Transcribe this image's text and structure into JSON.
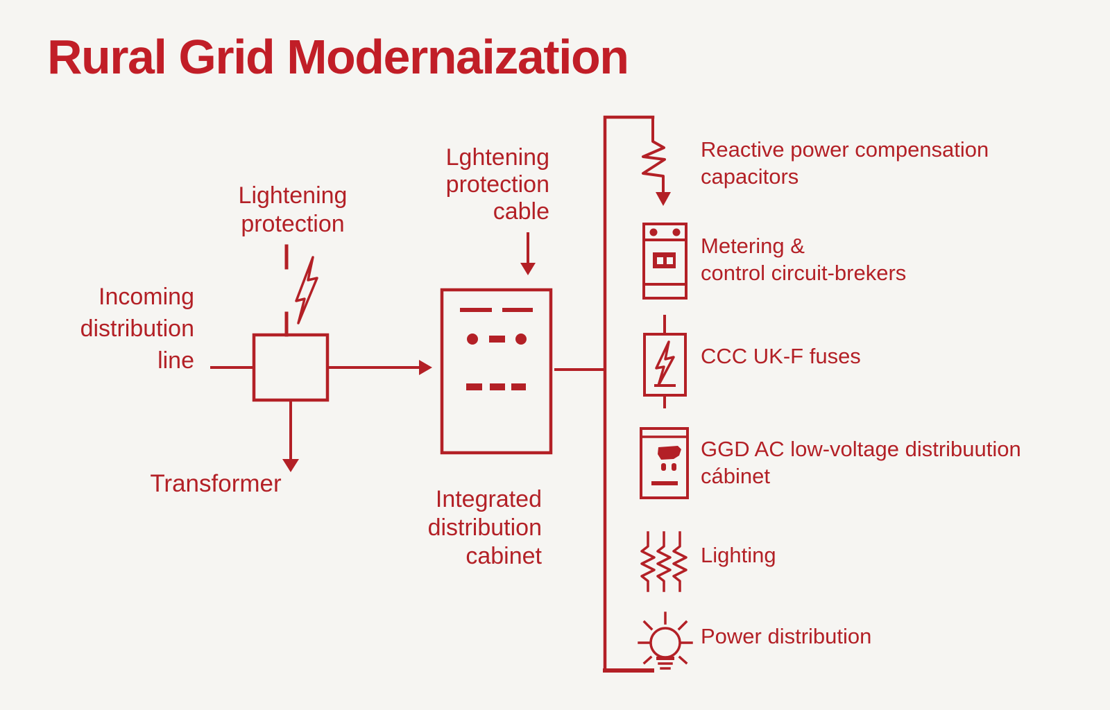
{
  "title": "Rural Grid Modernaization",
  "colors": {
    "background": "#f6f5f2",
    "title_red": "#c11e27",
    "diagram_red": "#b32026"
  },
  "diagram": {
    "labels": {
      "incoming": "Incoming\ndistribution\nline",
      "lightening_protection": "Lightening\nprotection",
      "transformer": "Transformer",
      "lightening_cable": "Lghtening\nprotection\ncable",
      "integrated_cabinet": "Integrated\ndistribution\ncabinet"
    },
    "outputs": [
      {
        "id": "capacitors",
        "icon": "resistor-arrow-icon",
        "label": "Reactive power compensation\ncapacitors"
      },
      {
        "id": "metering",
        "icon": "circuit-breaker-icon",
        "label": "Metering &\ncontrol circuit-brekers"
      },
      {
        "id": "fuses",
        "icon": "fuse-icon",
        "label": "CCC UK-F fuses"
      },
      {
        "id": "ggd",
        "icon": "lv-cabinet-icon",
        "label": "GGD AC low-voltage distribuution\ncábinet"
      },
      {
        "id": "lighting",
        "icon": "triple-resistor-icon",
        "label": "Lighting"
      },
      {
        "id": "power",
        "icon": "light-bulb-icon",
        "label": "Power distribution"
      }
    ]
  }
}
